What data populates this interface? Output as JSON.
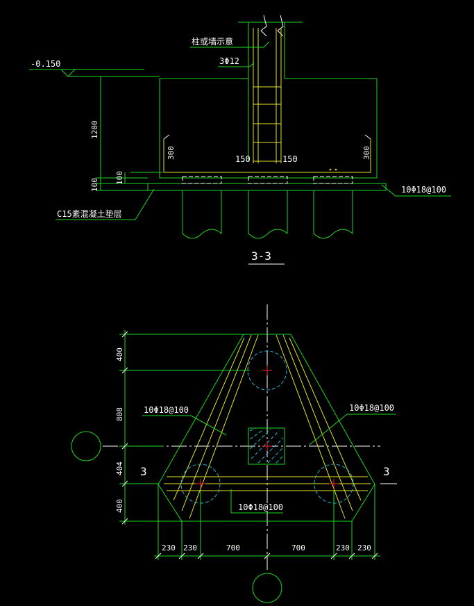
{
  "section": {
    "title": "3-3",
    "elevation": "-0.150",
    "column_note": "柱或墙示意",
    "column_rebar": "3Φ12",
    "height_label": "1200",
    "cushion_top_dim": "100",
    "cushion_dim": "100",
    "left_hook": "300",
    "right_hook": "300",
    "left_offset": "150",
    "right_offset": "150",
    "bottom_rebar": "10Φ18@100",
    "cushion_note": "C15素混凝土垫层"
  },
  "plan": {
    "rebar_left": "10Φ18@100",
    "rebar_right": "10Φ18@100",
    "rebar_bottom": "10Φ18@100",
    "cut_left": "3",
    "cut_right": "3",
    "vertical_dims": [
      "400",
      "808",
      "404",
      "400"
    ],
    "horizontal_dims": [
      "230",
      "230",
      "700",
      "700",
      "230",
      "230"
    ]
  },
  "colors": {
    "background": "#000000",
    "outline": "#1fd81f",
    "rebar": "#e6e62a",
    "text": "#ffffff",
    "pile_hidden": "#22b8d8",
    "center_mark": "#ff2a2a"
  }
}
